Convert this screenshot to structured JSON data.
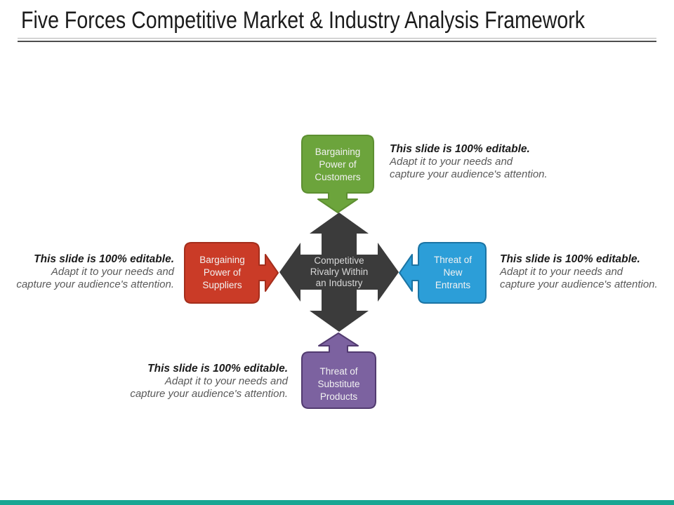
{
  "slide": {
    "title": "Five Forces Competitive Market & Industry Analysis Framework",
    "accent_bar_color": "#19A693"
  },
  "diagram": {
    "center": {
      "label": "Competitive Rivalry Within an Industry",
      "lines": [
        "Competitive",
        "Rivalry Within",
        "an Industry"
      ],
      "fill": "#3B3B3B",
      "text_color": "#D8D8D8"
    },
    "forces": [
      {
        "id": "customers",
        "position": "top",
        "label": "Bargaining Power of Customers",
        "lines": [
          "Bargaining",
          "Power of",
          "Customers"
        ],
        "fill": "#6CA43C",
        "stroke": "#5D8F31"
      },
      {
        "id": "suppliers",
        "position": "left",
        "label": "Bargaining Power of Suppliers",
        "lines": [
          "Bargaining",
          "Power of",
          "Suppliers"
        ],
        "fill": "#CA3B27",
        "stroke": "#A42E1C"
      },
      {
        "id": "new-entrants",
        "position": "right",
        "label": "Threat of New Entrants",
        "lines": [
          "Threat of",
          "New",
          "Entrants"
        ],
        "fill": "#2C9ED8",
        "stroke": "#1B74A4"
      },
      {
        "id": "substitutes",
        "position": "bottom",
        "label": "Threat of Substitute Products",
        "lines": [
          "Threat of",
          "Substitute",
          "Products"
        ],
        "fill": "#7C62A0",
        "stroke": "#523B70"
      }
    ],
    "notes": {
      "bold_line": "This slide is 100% editable.",
      "line2": "Adapt it to your needs and",
      "line3": "capture your audience's attention."
    }
  }
}
